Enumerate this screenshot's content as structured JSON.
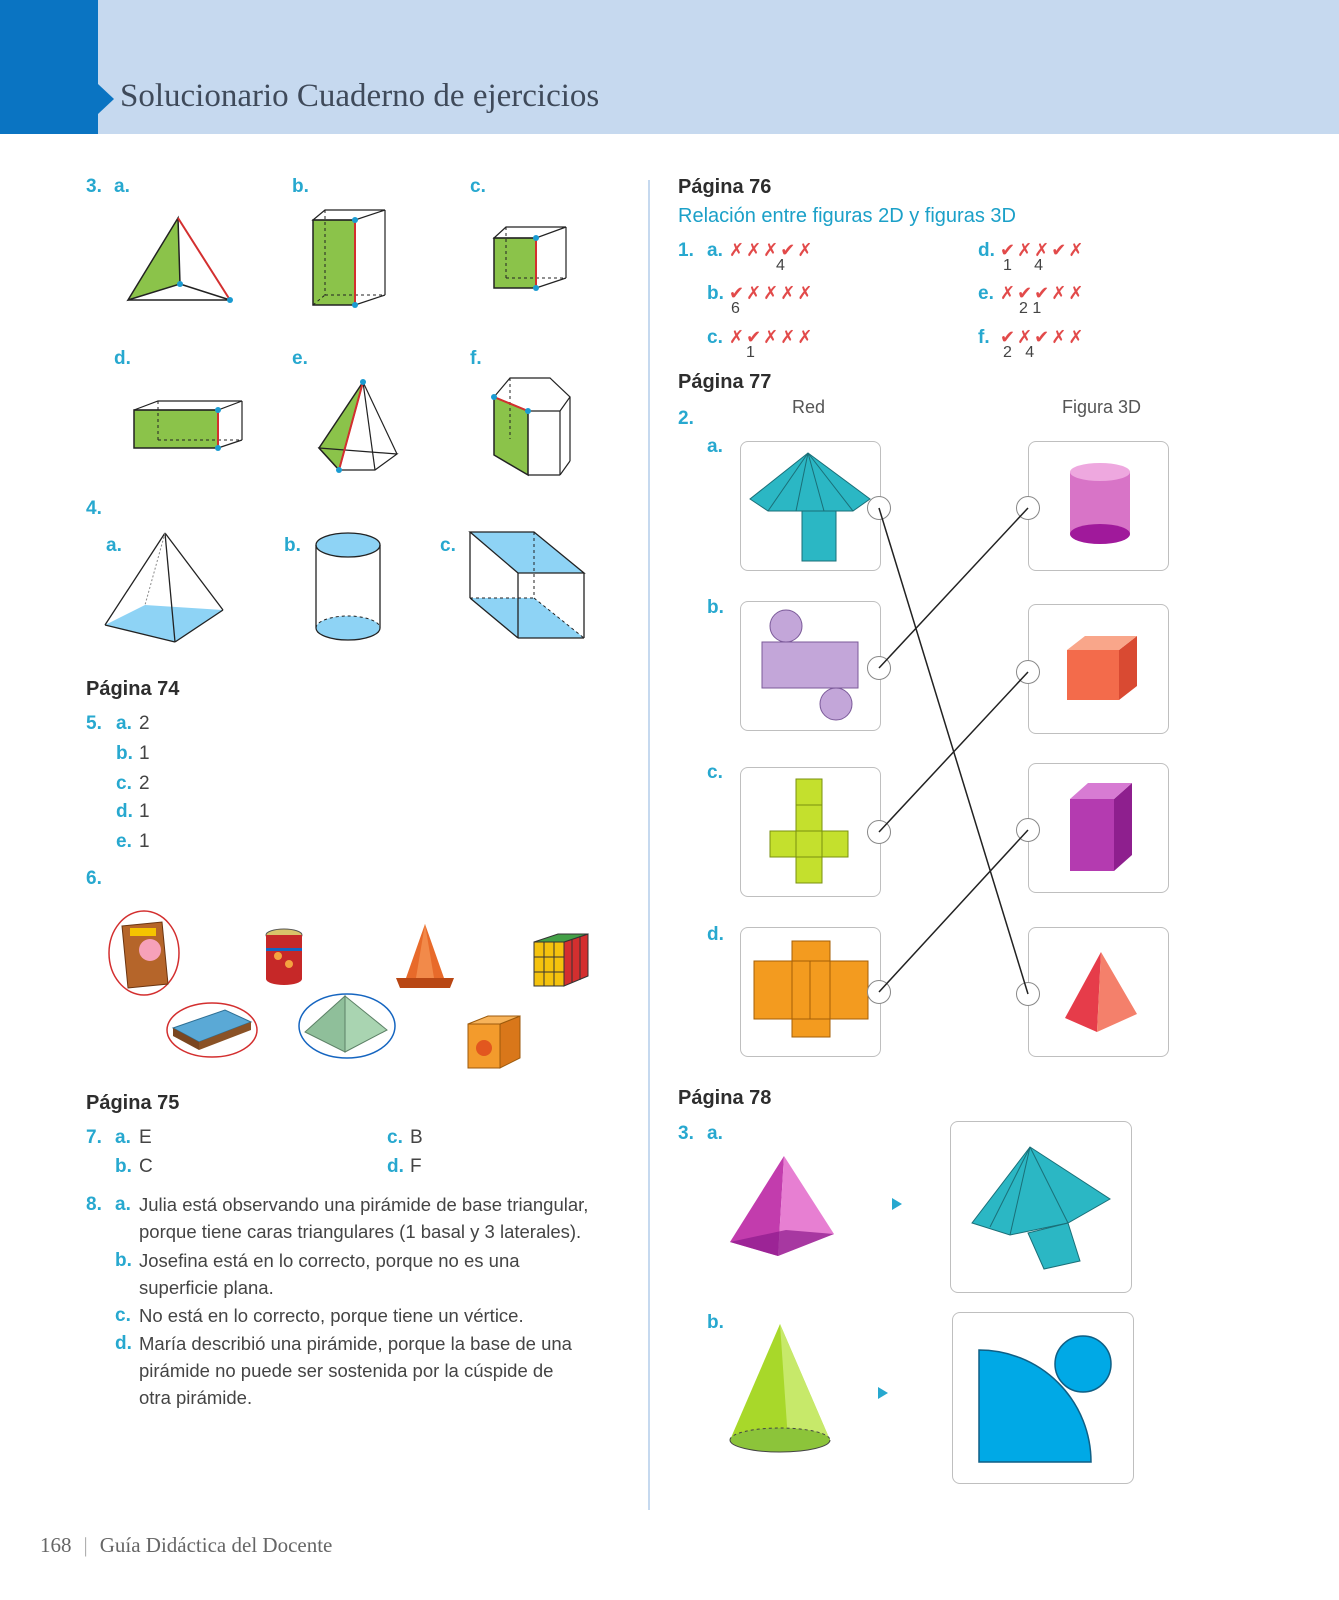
{
  "header": {
    "title": "Solucionario Cuaderno de ejercicios"
  },
  "left": {
    "ex3": {
      "number": "3.",
      "labels": [
        "a.",
        "b.",
        "c.",
        "d.",
        "e.",
        "f."
      ]
    },
    "ex4": {
      "number": "4.",
      "labels": [
        "a.",
        "b.",
        "c."
      ]
    },
    "pagina74": {
      "title": "Página 74",
      "ex5": {
        "number": "5.",
        "items": [
          {
            "label": "a.",
            "value": "2"
          },
          {
            "label": "b.",
            "value": "1"
          },
          {
            "label": "c.",
            "value": "2"
          },
          {
            "label": "d.",
            "value": "1"
          },
          {
            "label": "e.",
            "value": "1"
          }
        ]
      },
      "ex6": {
        "number": "6."
      }
    },
    "pagina75": {
      "title": "Página 75",
      "ex7": {
        "number": "7.",
        "items": [
          {
            "label": "a.",
            "value": "E"
          },
          {
            "label": "b.",
            "value": "C"
          },
          {
            "label": "c.",
            "value": "B"
          },
          {
            "label": "d.",
            "value": "F"
          }
        ]
      },
      "ex8": {
        "number": "8.",
        "items": [
          {
            "label": "a.",
            "text": "Julia está observando una pirámide de base triangular, porque tiene caras triangulares (1 basal y 3 laterales)."
          },
          {
            "label": "b.",
            "text": "Josefina está en lo correcto, porque no es una superficie plana."
          },
          {
            "label": "c.",
            "text": "No está en lo correcto, porque tiene un vértice."
          },
          {
            "label": "d.",
            "text": "María describió una pirámide, porque la base de una pirámide no puede ser sostenida por la cúspide de otra pirámide."
          }
        ]
      }
    }
  },
  "right": {
    "pagina76": {
      "title": "Página 76",
      "subtitle": "Relación entre figuras 2D y figuras 3D",
      "ex1": {
        "number": "1.",
        "items": [
          {
            "label": "a.",
            "marks": "✗✗✗✔✗",
            "numbers": "4"
          },
          {
            "label": "b.",
            "marks": "✔✗✗✗✗",
            "numbers": "6"
          },
          {
            "label": "c.",
            "marks": "✗✔✗✗✗",
            "numbers": "1"
          },
          {
            "label": "d.",
            "marks": "✔✗✗✔✗",
            "numbers": "1     4"
          },
          {
            "label": "e.",
            "marks": "✗✔✔✗✗",
            "numbers": "2 1"
          },
          {
            "label": "f.",
            "marks": "✔✗✔✗✗",
            "numbers": "2   4"
          }
        ]
      }
    },
    "pagina77": {
      "title": "Página 77",
      "ex2": {
        "number": "2.",
        "col_red": "Red",
        "col_3d": "Figura 3D",
        "labels": [
          "a.",
          "b.",
          "c.",
          "d."
        ]
      }
    },
    "pagina78": {
      "title": "Página 78",
      "ex3": {
        "number": "3.",
        "labels": [
          "a.",
          "b."
        ]
      }
    }
  },
  "footer": {
    "page": "168",
    "text": "Guía Didáctica del Docente"
  },
  "colors": {
    "header_bg": "#c6d9ef",
    "accent": "#0a74c2",
    "label": "#27a8cf"
  }
}
